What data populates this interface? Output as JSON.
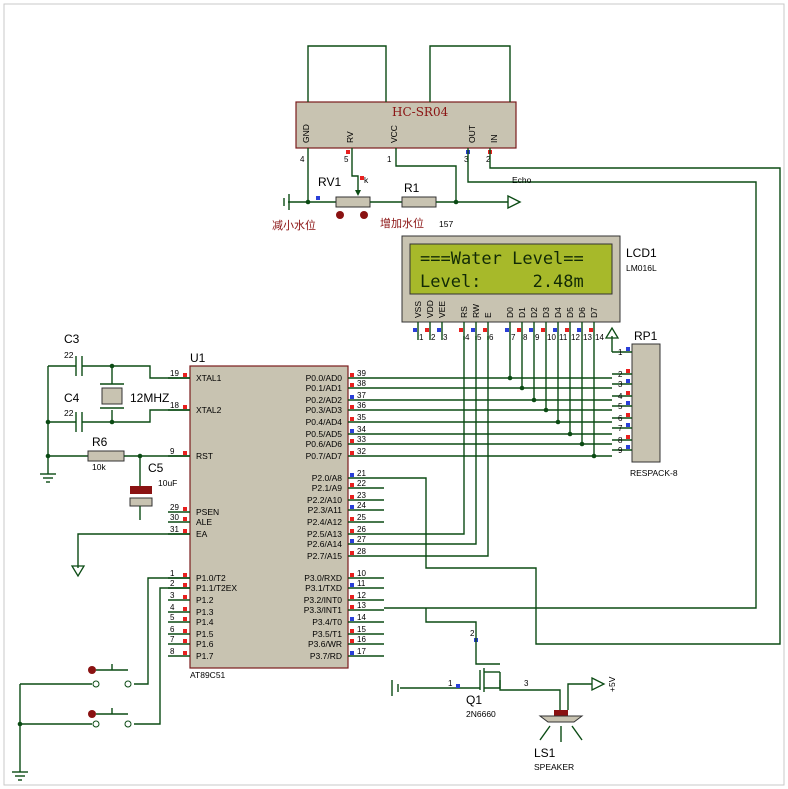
{
  "hcsr04": {
    "ref": "HC-SR04",
    "pins": [
      "GND",
      "RV",
      "VCC",
      "OUT",
      "IN"
    ],
    "pin_numbers": [
      "4",
      "5",
      "1",
      "3",
      "2"
    ]
  },
  "rv1": {
    "ref": "RV1",
    "tap": "k",
    "left_label": "减小水位",
    "right_label": "增加水位"
  },
  "r1": {
    "ref": "R1",
    "value": "157"
  },
  "echo": "Echo",
  "lcd": {
    "ref": "LCD1",
    "model": "LM016L",
    "line1": "===Water Level==",
    "line2": "Level:     2.48m",
    "pins": [
      "VSS",
      "VDD",
      "VEE",
      "RS",
      "RW",
      "E",
      "D0",
      "D1",
      "D2",
      "D3",
      "D4",
      "D5",
      "D6",
      "D7"
    ],
    "pin_numbers": [
      "1",
      "2",
      "3",
      "4",
      "5",
      "6",
      "7",
      "8",
      "9",
      "10",
      "11",
      "12",
      "13",
      "14"
    ]
  },
  "rp1": {
    "ref": "RP1",
    "model": "RESPACK-8",
    "pin_numbers": [
      "1",
      "2",
      "3",
      "4",
      "5",
      "6",
      "7",
      "8",
      "9"
    ]
  },
  "c3": {
    "ref": "C3",
    "value": "22"
  },
  "c4": {
    "ref": "C4",
    "value": "22"
  },
  "crystal": {
    "value": "12MHZ"
  },
  "r6": {
    "ref": "R6",
    "value": "10k"
  },
  "c5": {
    "ref": "C5",
    "value": "10uF"
  },
  "u1": {
    "ref": "U1",
    "model": "AT89C51",
    "left_pins": [
      {
        "num": "19",
        "name": "XTAL1"
      },
      {
        "num": "18",
        "name": "XTAL2"
      },
      {
        "num": "9",
        "name": "RST"
      },
      {
        "num": "29",
        "name": "PSEN"
      },
      {
        "num": "30",
        "name": "ALE"
      },
      {
        "num": "31",
        "name": "EA"
      },
      {
        "num": "1",
        "name": "P1.0/T2"
      },
      {
        "num": "2",
        "name": "P1.1/T2EX"
      },
      {
        "num": "3",
        "name": "P1.2"
      },
      {
        "num": "4",
        "name": "P1.3"
      },
      {
        "num": "5",
        "name": "P1.4"
      },
      {
        "num": "6",
        "name": "P1.5"
      },
      {
        "num": "7",
        "name": "P1.6"
      },
      {
        "num": "8",
        "name": "P1.7"
      }
    ],
    "right_pins": [
      {
        "num": "39",
        "name": "P0.0/AD0"
      },
      {
        "num": "38",
        "name": "P0.1/AD1"
      },
      {
        "num": "37",
        "name": "P0.2/AD2"
      },
      {
        "num": "36",
        "name": "P0.3/AD3"
      },
      {
        "num": "35",
        "name": "P0.4/AD4"
      },
      {
        "num": "34",
        "name": "P0.5/AD5"
      },
      {
        "num": "33",
        "name": "P0.6/AD6"
      },
      {
        "num": "32",
        "name": "P0.7/AD7"
      },
      {
        "num": "21",
        "name": "P2.0/A8"
      },
      {
        "num": "22",
        "name": "P2.1/A9"
      },
      {
        "num": "23",
        "name": "P2.2/A10"
      },
      {
        "num": "24",
        "name": "P2.3/A11"
      },
      {
        "num": "25",
        "name": "P2.4/A12"
      },
      {
        "num": "26",
        "name": "P2.5/A13"
      },
      {
        "num": "27",
        "name": "P2.6/A14"
      },
      {
        "num": "28",
        "name": "P2.7/A15"
      },
      {
        "num": "10",
        "name": "P3.0/RXD"
      },
      {
        "num": "11",
        "name": "P3.1/TXD"
      },
      {
        "num": "12",
        "name": "P3.2/INT0"
      },
      {
        "num": "13",
        "name": "P3.3/INT1"
      },
      {
        "num": "14",
        "name": "P3.4/T0"
      },
      {
        "num": "15",
        "name": "P3.5/T1"
      },
      {
        "num": "16",
        "name": "P3.6/WR"
      },
      {
        "num": "17",
        "name": "P3.7/RD"
      }
    ]
  },
  "q1": {
    "ref": "Q1",
    "model": "2N6660",
    "pins": [
      "1",
      "2",
      "3"
    ]
  },
  "ls1": {
    "ref": "LS1",
    "model": "SPEAKER"
  },
  "supply": {
    "label": "+5V"
  },
  "colors": {
    "wire": "#0b4b14",
    "body": "#c8c3b1",
    "outline": "#7a1c1c",
    "lcd_screen": "#a7b92a",
    "pin_red": "#e8201f",
    "pin_blue": "#2a3fd8"
  }
}
